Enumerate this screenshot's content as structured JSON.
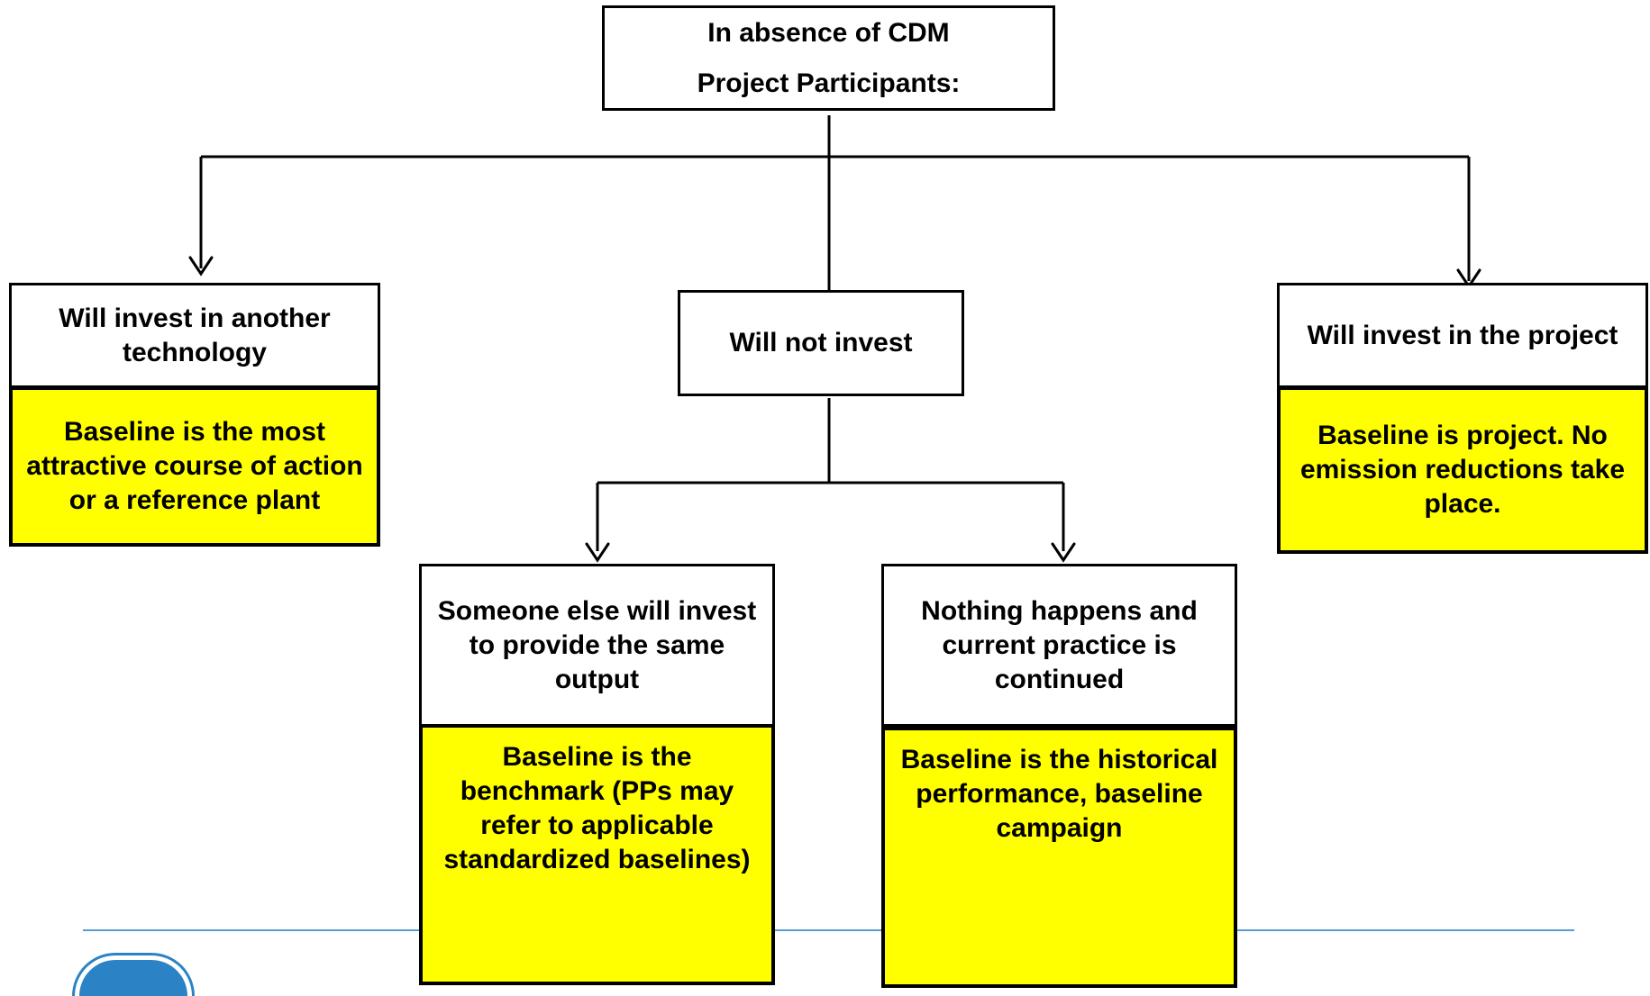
{
  "top": {
    "text": "In absence of CDM\nProject Participants:"
  },
  "left": {
    "option": "Will invest in another technology",
    "baseline": "Baseline is the most attractive course of action or a reference plant"
  },
  "middle": {
    "option": "Will not invest"
  },
  "right": {
    "option": "Will invest in the project",
    "baseline": "Baseline is project. No emission reductions take place."
  },
  "sub_left": {
    "option": "Someone else will invest to provide the same output",
    "baseline": "Baseline is the benchmark (PPs may refer to applicable standardized baselines)"
  },
  "sub_right": {
    "option": "Nothing happens and current practice is continued",
    "baseline": "Baseline is the historical performance, baseline campaign"
  },
  "colors": {
    "highlight": "#ffff00",
    "footer_rule": "#5b9bd5",
    "logo": "#2b83c6"
  },
  "icons": {
    "footer_logo": "un-emblem-icon"
  }
}
